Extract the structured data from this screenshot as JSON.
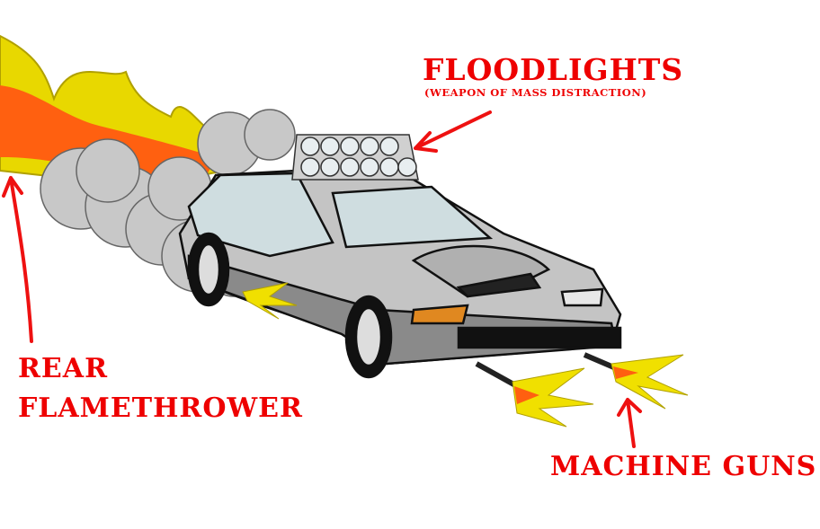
{
  "labels": {
    "floodlights": "FLOODLIGHTS",
    "floodlights_sub": "(WEAPON OF MASS DISTRACTION)",
    "rear": "REAR",
    "flamethrower": "FLAMETHROWER",
    "machine_guns": "MACHINE GUNS"
  },
  "colors": {
    "label": "#ee0000",
    "flame_outer": "#f0e000",
    "flame_inner": "#ff6010",
    "smoke": "#c8c8c8",
    "car_body": "#c4c4c4"
  }
}
